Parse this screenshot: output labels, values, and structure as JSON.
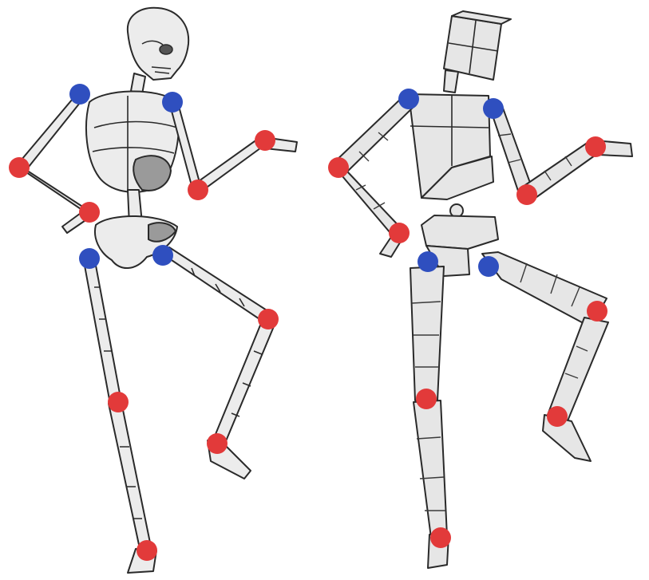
{
  "colors": {
    "joint_primary": "#2f4fbf",
    "joint_secondary": "#e23a3a",
    "bone": "#ececec",
    "outline": "#2a2a2a",
    "background": "#ffffff"
  },
  "figures": [
    {
      "id": "skeleton",
      "joints": [
        {
          "name": "left-shoulder",
          "type": "primary"
        },
        {
          "name": "right-shoulder",
          "type": "primary"
        },
        {
          "name": "left-hip",
          "type": "primary"
        },
        {
          "name": "right-hip",
          "type": "primary"
        },
        {
          "name": "left-elbow",
          "type": "secondary"
        },
        {
          "name": "left-wrist",
          "type": "secondary"
        },
        {
          "name": "right-elbow",
          "type": "secondary"
        },
        {
          "name": "right-wrist",
          "type": "secondary"
        },
        {
          "name": "left-knee",
          "type": "secondary"
        },
        {
          "name": "left-ankle",
          "type": "secondary"
        },
        {
          "name": "right-knee",
          "type": "secondary"
        },
        {
          "name": "right-ankle",
          "type": "secondary"
        }
      ]
    },
    {
      "id": "mannequin",
      "joints": [
        {
          "name": "left-shoulder",
          "type": "primary"
        },
        {
          "name": "right-shoulder",
          "type": "primary"
        },
        {
          "name": "left-hip",
          "type": "primary"
        },
        {
          "name": "right-hip",
          "type": "primary"
        },
        {
          "name": "left-elbow",
          "type": "secondary"
        },
        {
          "name": "left-wrist",
          "type": "secondary"
        },
        {
          "name": "right-elbow",
          "type": "secondary"
        },
        {
          "name": "right-wrist",
          "type": "secondary"
        },
        {
          "name": "left-knee",
          "type": "secondary"
        },
        {
          "name": "left-ankle",
          "type": "secondary"
        },
        {
          "name": "right-knee",
          "type": "secondary"
        },
        {
          "name": "right-ankle",
          "type": "secondary"
        }
      ]
    }
  ]
}
